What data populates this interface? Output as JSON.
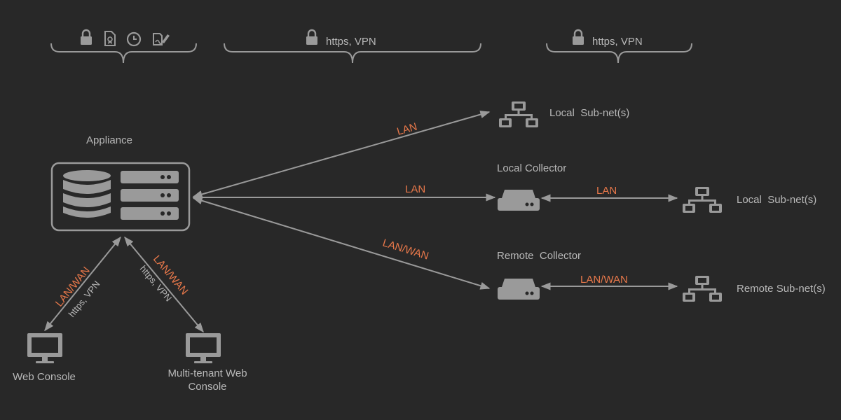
{
  "colors": {
    "background": "#282828",
    "line": "#9a9a9a",
    "icon": "#9a9a9a",
    "text": "#b8b8b8",
    "link_label": "#e8784a"
  },
  "headers": {
    "left_icons": [
      "lock-icon",
      "certificate-document-icon",
      "clock-icon",
      "signature-icon"
    ],
    "middle": {
      "icon": "lock-icon",
      "label": "https, VPN"
    },
    "right": {
      "icon": "lock-icon",
      "label": "https, VPN"
    }
  },
  "nodes": {
    "appliance": {
      "label": "Appliance",
      "icon": "database-server-icon"
    },
    "local_subnet_top": {
      "label": "Local  Sub-net(s)",
      "icon": "network-icon"
    },
    "local_collector": {
      "label": "Local Collector",
      "icon": "server-icon"
    },
    "local_subnet_mid": {
      "label": "Local  Sub-net(s)",
      "icon": "network-icon"
    },
    "remote_collector": {
      "label": "Remote  Collector",
      "icon": "server-icon"
    },
    "remote_subnet": {
      "label": "Remote Sub-net(s)",
      "icon": "network-icon"
    },
    "web_console": {
      "label": "Web Console",
      "icon": "monitor-icon"
    },
    "mt_console": {
      "label_line1": "Multi-tenant Web",
      "label_line2": "Console",
      "icon": "monitor-icon"
    }
  },
  "links": {
    "appliance_to_local_subnet": "LAN",
    "appliance_to_local_collector": "LAN",
    "local_collector_to_subnet": "LAN",
    "appliance_to_remote_collector": "LAN/WAN",
    "remote_collector_to_subnet": "LAN/WAN",
    "appliance_to_web_console": {
      "primary": "LAN/WAN",
      "secondary": "https, VPN"
    },
    "appliance_to_mt_console": {
      "primary": "LAN/WAN",
      "secondary": "https, VPN"
    }
  }
}
